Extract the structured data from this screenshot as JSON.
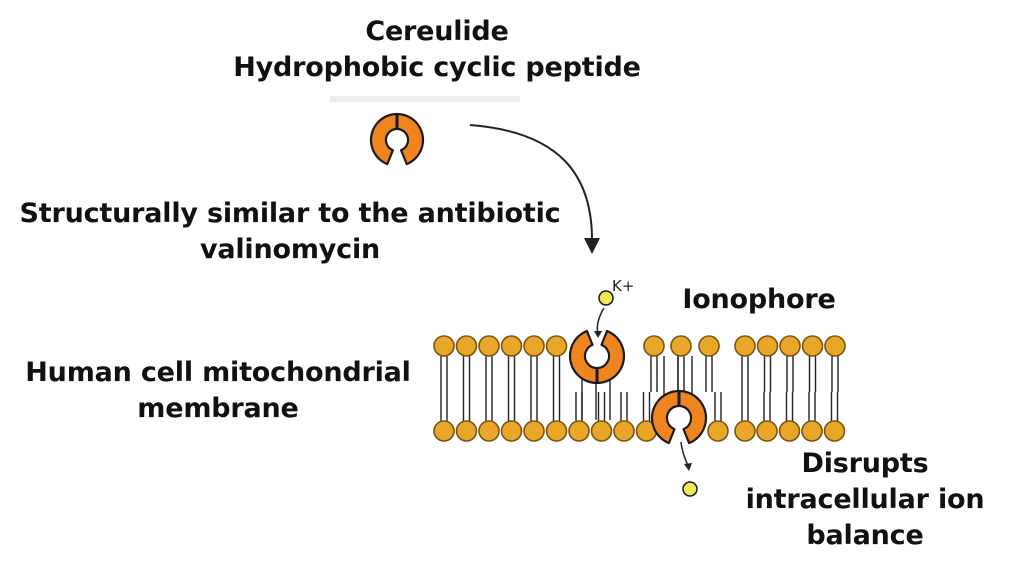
{
  "title": {
    "line1": "Cereulide",
    "line2": "Hydrophobic cyclic peptide"
  },
  "similarity": {
    "line1": "Structurally similar to the antibiotic",
    "line2": "valinomycin"
  },
  "ion_label": "K+",
  "ionophore_label": "Ionophore",
  "membrane": {
    "line1": "Human cell mitochondrial",
    "line2": "membrane"
  },
  "effect": {
    "line1": "Disrupts",
    "line2": "intracellular ion",
    "line3": "balance"
  },
  "colors": {
    "ionophore_fill": "#F0841E",
    "ionophore_stroke": "#1A1A1A",
    "lipid_head": "#E9A72A",
    "lipid_head_stroke": "#7A5410",
    "ion_fill": "#EEE85A",
    "arrow": "#222222"
  }
}
